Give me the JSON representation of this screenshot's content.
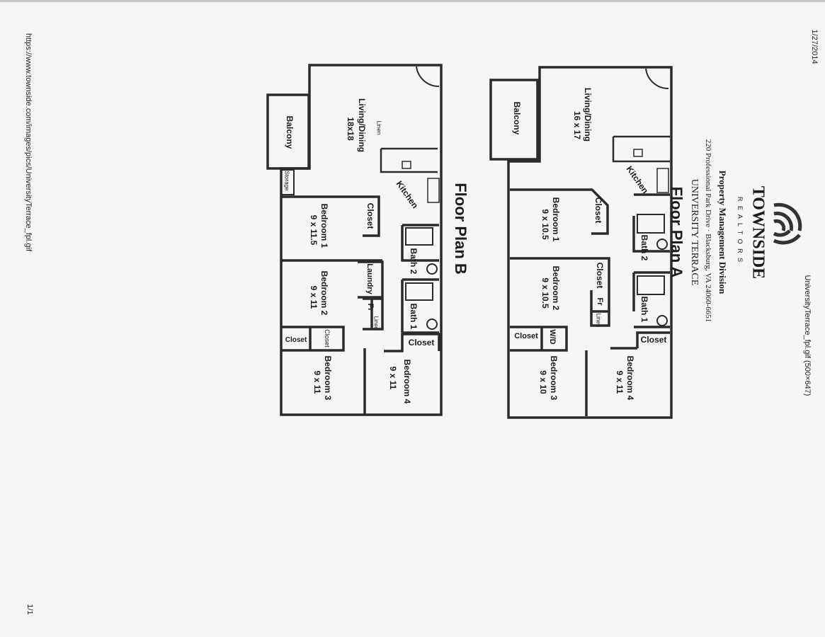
{
  "print": {
    "date": "1/27/2014",
    "title": "UniversityTerrace_fpl.gif (500×647)",
    "url": "https://www.townside.com/images/pics/UniversityTerrace_fpl.gif",
    "page": "1/1"
  },
  "brand": {
    "name": "TOWNSIDE",
    "sub": "R E A L T O R S",
    "division": "Property Management Division",
    "address": "220 Professional Park Drive · Blacksburg, VA 24060-6651",
    "complex": "UNIVERSITY TERRACE"
  },
  "plan_a": {
    "title": "Floor Plan A",
    "balcony": "Balcony",
    "living": "Living/Dining",
    "living_size": "16 x 17",
    "kitchen": "Kitchen",
    "bed1": "Bedroom 1",
    "bed1_size": "9 x 10.5",
    "closet1": "Closet",
    "bath2": "Bath 2",
    "bed2": "Bedroom 2",
    "bed2_size": "9 x 10.5",
    "closet2": "Closet",
    "fr": "Fr",
    "linen": "Linen",
    "bath1": "Bath 1",
    "closet3": "Closet",
    "wd": "W/D",
    "closet4": "Closet",
    "bed3": "Bedroom 3",
    "bed3_size": "9 x 10",
    "bed4": "Bedroom 4",
    "bed4_size": "9 x 11"
  },
  "plan_b": {
    "title": "Floor Plan B",
    "balcony": "Balcony",
    "storage": "Storage",
    "living": "Living/Dining",
    "living_size": "18x18",
    "linen": "Linen",
    "kitchen": "Kitchen",
    "bed1": "Bedroom 1",
    "bed1_size": "9 x 11.5",
    "closet1": "Closet",
    "bath2": "Bath 2",
    "laundry": "Laundry",
    "fr": "Fr",
    "linen2": "Linen",
    "bath1": "Bath 1",
    "bed2": "Bedroom 2",
    "bed2_size": "9 x 11",
    "closet2": "Closet",
    "closet3": "Closet",
    "closet4": "Closet",
    "bed3": "Bedroom 3",
    "bed3_size": "9 x 11",
    "bed4": "Bedroom 4",
    "bed4_size": "9 x 11"
  }
}
